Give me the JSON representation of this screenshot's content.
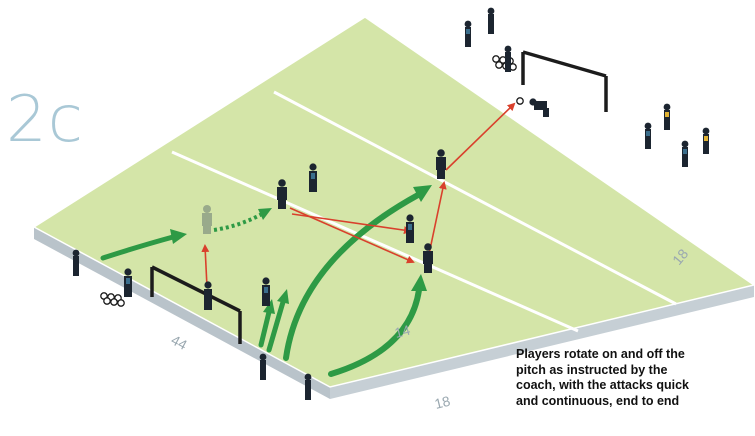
{
  "diagram": {
    "label": "2c",
    "caption_lines": [
      "Players rotate on and off the",
      "pitch as instructed by the",
      "coach, with the attacks quick",
      "and continuous, end to end"
    ]
  },
  "dimensions": {
    "length_left": "44",
    "middle": "14",
    "bottom_right": "18",
    "right_side": "18"
  },
  "colors": {
    "pitch": "#d4e5a8",
    "pitch_side": "#b9c3ca",
    "pitch_lines": "#ffffff",
    "movement_arrow": "#2e9a45",
    "pass_arrow": "#d9402c",
    "label": "#a9c8d6",
    "player": "#1c2530",
    "player_trim": "#3b6e8c"
  }
}
